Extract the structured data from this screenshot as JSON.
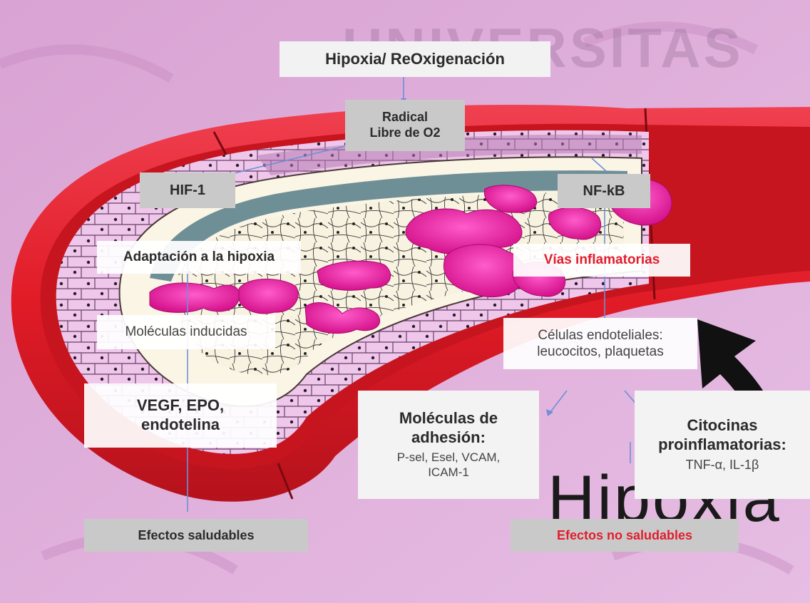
{
  "watermark": {
    "text": "UNIVERSITAS"
  },
  "background_word": {
    "text": "Hipoxia"
  },
  "nodes": {
    "hipoxia_reox": "Hipoxia/ ReOxigenación",
    "radical_line1": "Radical",
    "radical_line2": "Libre de O2",
    "hif1": "HIF-1",
    "nfkb": "NF-kB",
    "adaptacion": "Adaptación a la hipoxia",
    "vias": "Vías inflamatorias",
    "moleculas_inducidas": "Moléculas inducidas",
    "celulas_line1": "Células endoteliales:",
    "celulas_line2": "leucocitos, plaquetas",
    "vegf_line1": "VEGF, EPO,",
    "vegf_line2": "endotelina",
    "adhesion_line1": "Moléculas de",
    "adhesion_line2": "adhesión:",
    "adhesion_line3": "P-sel, Esel, VCAM,",
    "adhesion_line4": "ICAM-1",
    "citocinas_line1": "Citocinas",
    "citocinas_line2": "proinflamatorias:",
    "citocinas_line3": "TNF-α, IL-1β",
    "efectos_saludables": "Efectos saludables",
    "efectos_no_saludables": "Efectos no saludables"
  },
  "colors": {
    "background": "#dcaad6",
    "vessel_red": "#e01b26",
    "vessel_dark_red": "#a8101a",
    "tissue_pink": "#e9bde6",
    "lumen_cream": "#f7f0dc",
    "lumen_teal": "#6f8f96",
    "blood_cell_magenta": "#ee1fa6",
    "connector_blue": "#6f8fd8",
    "grey_box": "#c9c9c9",
    "red_text": "#e21d2d"
  }
}
